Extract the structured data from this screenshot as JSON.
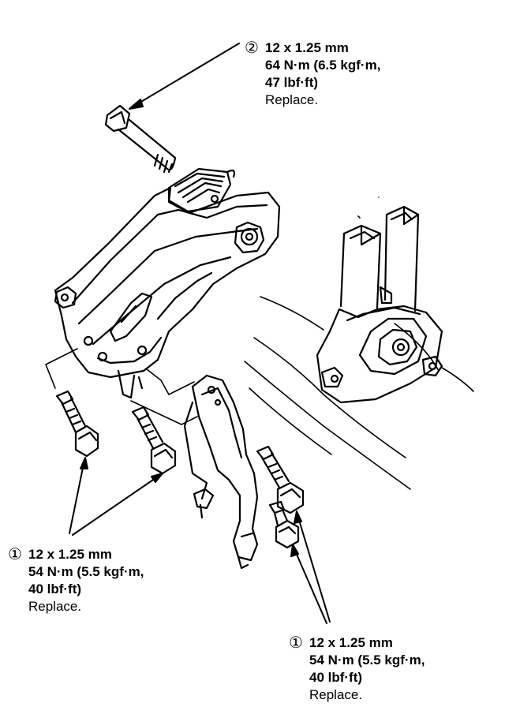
{
  "callouts": {
    "top": {
      "marker": "②",
      "size": "12 x 1.25 mm",
      "torque_line1": "64 N·m (6.5 kgf·m,",
      "torque_line2": "47 lbf·ft)",
      "note": "Replace."
    },
    "left": {
      "marker": "①",
      "size": "12 x 1.25 mm",
      "torque_line1": "54 N·m (5.5 kgf·m,",
      "torque_line2": "40 lbf·ft)",
      "note": "Replace."
    },
    "right": {
      "marker": "①",
      "size": "12 x 1.25 mm",
      "torque_line1": "54 N·m (5.5 kgf·m,",
      "torque_line2": "40 lbf·ft)",
      "note": "Replace."
    }
  }
}
